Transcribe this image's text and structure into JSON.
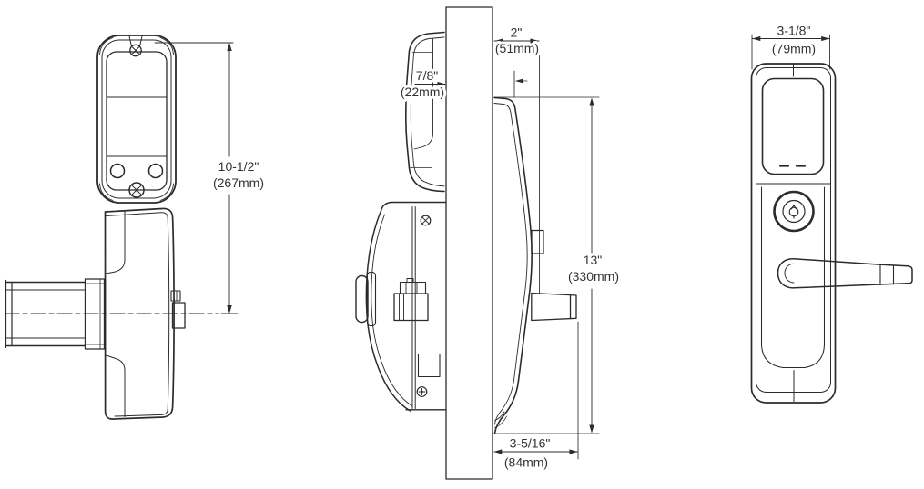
{
  "drawing": {
    "background": "#ffffff",
    "line_color": "#2b2b2b",
    "text_color": "#333333",
    "subject": "door-lock-dimension-drawing"
  },
  "dims": {
    "overall_height": {
      "inches": "10-1/2\"",
      "metric": "(267mm)"
    },
    "door_thickness": {
      "inches": "7/8\"",
      "metric": "(22mm)"
    },
    "interior_projection": {
      "inches": "2\"",
      "metric": "(51mm)"
    },
    "escutcheon_height": {
      "inches": "13\"",
      "metric": "(330mm)"
    },
    "overall_projection": {
      "inches": "3-5/16\"",
      "metric": "(84mm)"
    },
    "escutcheon_width": {
      "inches": "3-1/8\"",
      "metric": "(79mm)"
    }
  }
}
